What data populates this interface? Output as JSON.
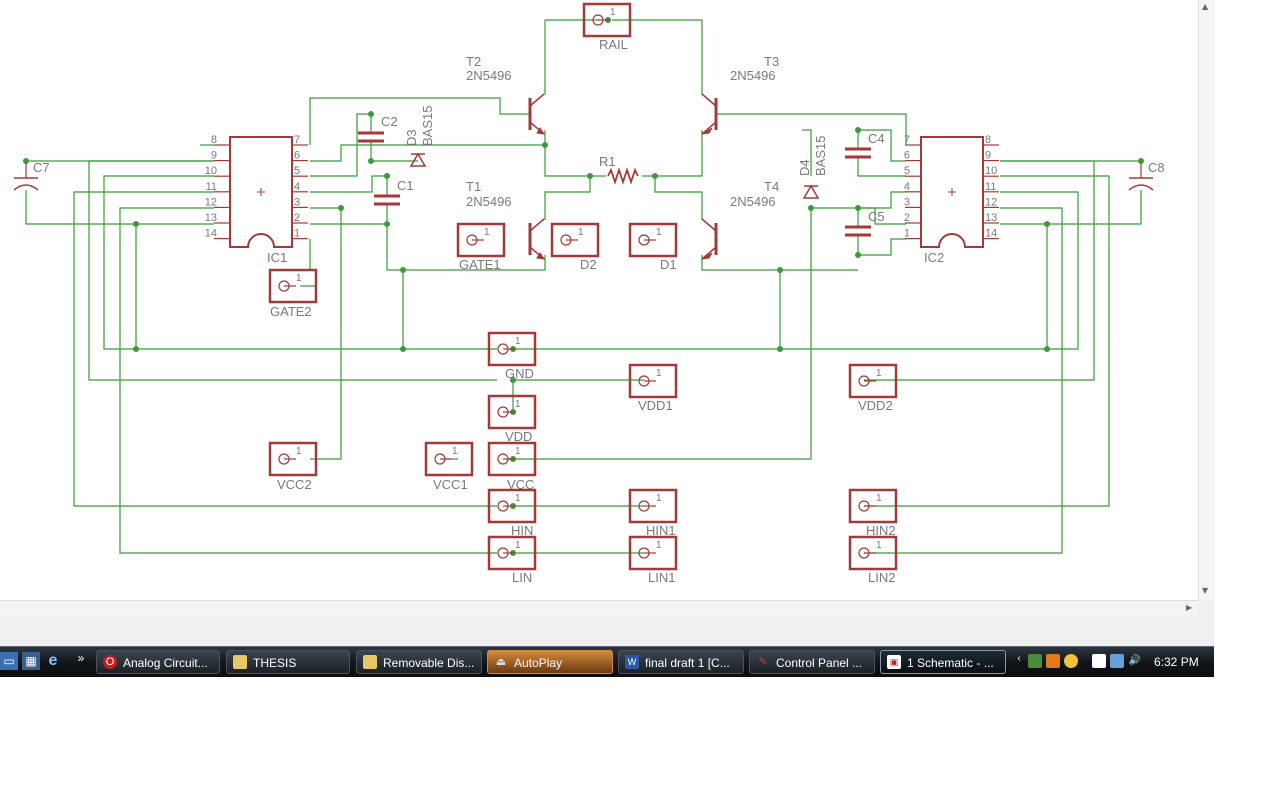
{
  "schematic": {
    "parts": {
      "rail": "RAIL",
      "gate1": "GATE1",
      "gate2": "GATE2",
      "d1": "D1",
      "d2": "D2",
      "gnd": "GND",
      "vdd": "VDD",
      "vdd1": "VDD1",
      "vdd2": "VDD2",
      "vcc": "VCC",
      "vcc1": "VCC1",
      "vcc2": "VCC2",
      "hin": "HIN",
      "hin1": "HIN1",
      "hin2": "HIN2",
      "lin": "LIN",
      "lin1": "LIN1",
      "lin2": "LIN2",
      "ic1": "IC1",
      "ic2": "IC2",
      "c1": "C1",
      "c2": "C2",
      "c4": "C4",
      "c5": "C5",
      "c7": "C7",
      "c8": "C8",
      "r1": "R1",
      "d3": "D3",
      "d4": "D4",
      "bas15": "BAS15",
      "t1": "T1",
      "t2": "T2",
      "t3": "T3",
      "t4": "T4",
      "part_2n5496": "2N5496",
      "pin_one": "1"
    },
    "ic_pins_left": [
      "8",
      "9",
      "10",
      "11",
      "12",
      "13",
      "14"
    ],
    "ic_pins_right": [
      "7",
      "6",
      "5",
      "4",
      "3",
      "2",
      "1"
    ],
    "colors": {
      "part": "#a33a3a",
      "wire": "#3b9a3b",
      "text": "#7a7a7a"
    }
  },
  "taskbar": {
    "quicklaunch": [
      "show-desktop-icon",
      "switch-windows-icon",
      "internet-explorer-icon"
    ],
    "overflow": "»",
    "tasks": [
      {
        "label": "Analog Circuit...",
        "icon": "opera-icon"
      },
      {
        "label": "THESIS",
        "icon": "folder-icon"
      },
      {
        "label": "Removable Dis...",
        "icon": "folder-icon"
      },
      {
        "label": "AutoPlay",
        "icon": "autoplay-icon"
      },
      {
        "label": "final draft 1 [C...",
        "icon": "word-icon"
      },
      {
        "label": "Control Panel ...",
        "icon": "control-panel-icon"
      },
      {
        "label": "1 Schematic - ...",
        "icon": "eagle-icon"
      }
    ],
    "tray_chevron": "‹",
    "clock": "6:32 PM"
  }
}
